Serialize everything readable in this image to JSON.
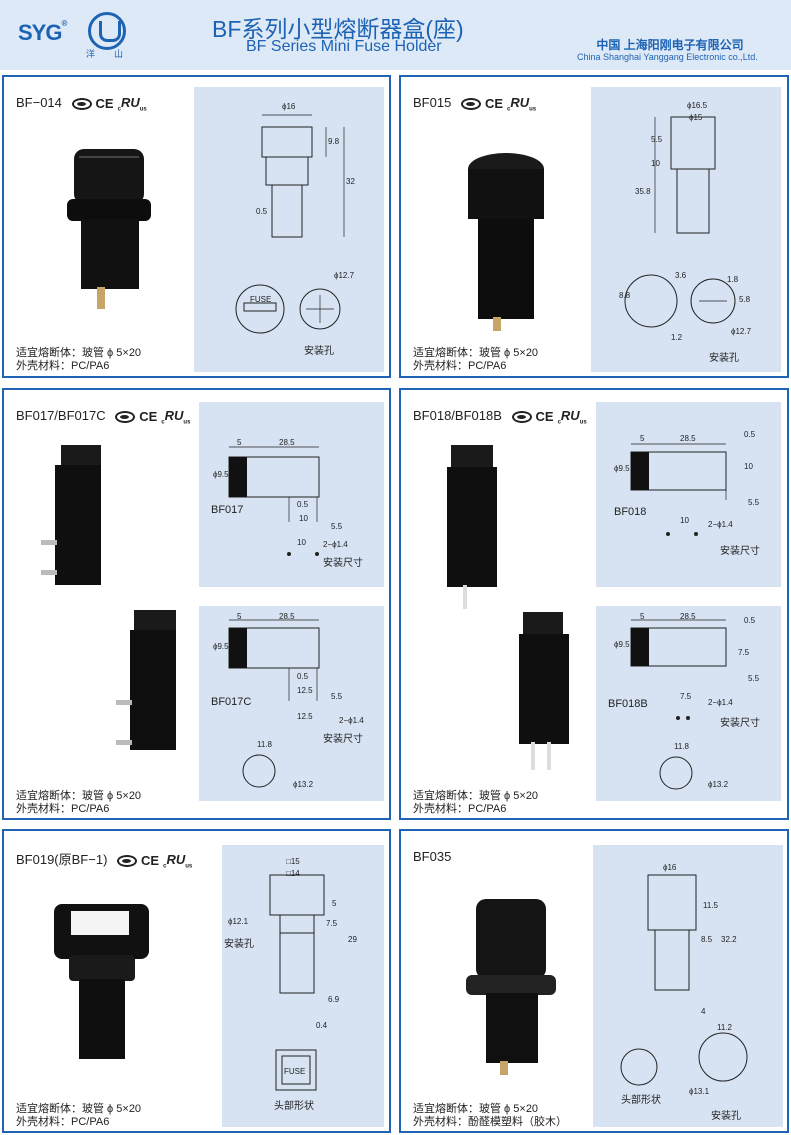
{
  "header": {
    "logo_text": "SYG",
    "logo_mark": "®",
    "logo_sub_left": "洋",
    "logo_sub_right": "山",
    "title_cn": "BF系列小型熔断器盒(座)",
    "title_en": "BF Series Mini Fuse Holder",
    "company_cn": "中国  上海阳刚电子有限公司",
    "company_en": "China Shanghai Yanggang Electronic co.,Ltd.",
    "accent_color": "#1d63b3"
  },
  "certs": {
    "ce": "CE",
    "ul_c": "c",
    "ul": "RU",
    "ul_us": "us"
  },
  "panels": {
    "bf014": {
      "model": "BF−014",
      "fuse_label": "适宜熔断体：玻管 ϕ 5×20",
      "shell_label": "外壳材料：PC/PA6",
      "dims": {
        "d16": "ϕ16",
        "d98": "9.8",
        "d32": "32",
        "d05": "0.5",
        "d127": "ϕ12.7"
      },
      "cap_text": "FUSE",
      "hole_label": "安装孔"
    },
    "bf015": {
      "model": "BF015",
      "fuse_label": "适宜熔断体：玻管 ϕ 5×20",
      "shell_label": "外壳材料：PC/PA6",
      "dims": {
        "d165": "ϕ16.5",
        "d15": "ϕ15",
        "d55": "5.5",
        "d10": "10",
        "d358": "35.8",
        "d36": "3.6",
        "d88": "8.8",
        "d12": "1.2",
        "d18": "1.8",
        "d58": "5.8",
        "d127": "ϕ12.7"
      },
      "hole_label": "安装孔"
    },
    "bf017": {
      "model": "BF017/BF017C",
      "fuse_label": "适宜熔断体：玻管 ϕ 5×20",
      "shell_label": "外壳材料：PC/PA6",
      "sub1": "BF017",
      "sub2": "BF017C",
      "dims": {
        "d5": "5",
        "d285": "28.5",
        "d95": "ϕ9.5",
        "d05": "0.5",
        "d10": "10",
        "d55": "5.5",
        "hole": "2−ϕ1.4",
        "d125": "12.5",
        "d118": "11.8",
        "d132": "ϕ13.2"
      },
      "mount_label": "安装尺寸"
    },
    "bf018": {
      "model": "BF018/BF018B",
      "fuse_label": "适宜熔断体：玻管 ϕ 5×20",
      "shell_label": "外壳材料：PC/PA6",
      "sub1": "BF018",
      "sub2": "BF018B",
      "dims": {
        "d5": "5",
        "d285": "28.5",
        "d05": "0.5",
        "d10": "10",
        "d95": "ϕ9.5",
        "d55": "5.5",
        "hole": "2−ϕ1.4",
        "d75": "7.5",
        "d118": "11.8",
        "d132": "ϕ13.2"
      },
      "mount_label": "安装尺寸"
    },
    "bf019": {
      "model": "BF019(原BF−1)",
      "fuse_label": "适宜熔断体：玻管 ϕ 5×20",
      "shell_label": "外壳材料：PC/PA6",
      "dims": {
        "d15": "□15",
        "d14": "□14",
        "d121": "ϕ12.1",
        "d75": "7.5",
        "d5": "5",
        "d29": "29",
        "d69": "6.9",
        "d04": "0.4"
      },
      "cap_text": "FUSE",
      "hole_label": "安装孔",
      "head_label": "头部形状"
    },
    "bf035": {
      "model": "BF035",
      "fuse_label": "适宜熔断体：玻管 ϕ 5×20",
      "shell_label": "外壳材料：酚醛模塑料（胶木）",
      "dims": {
        "d16": "ϕ16",
        "d115": "11.5",
        "d85": "8.5",
        "d322": "32.2",
        "d4": "4",
        "d112": "11.2",
        "d131": "ϕ13.1"
      },
      "head_label": "头部形状",
      "hole_label": "安装孔"
    }
  }
}
